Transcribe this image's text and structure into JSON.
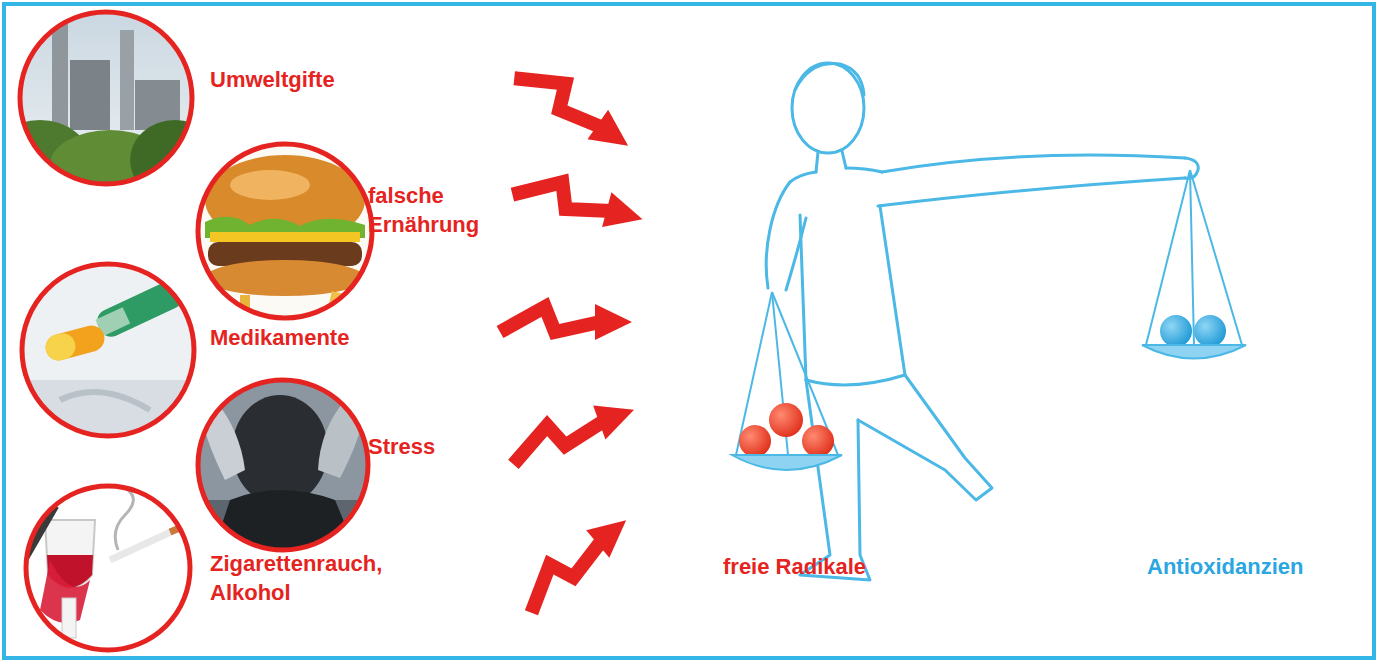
{
  "diagram": {
    "nodes": [
      {
        "text": [
          "Umweltgifte"
        ]
      },
      {
        "text": [
          "falsche Ernährung"
        ]
      },
      {
        "text": [
          "Medikamente"
        ]
      },
      {
        "text": [
          "Stress"
        ]
      },
      {
        "text": [
          "Zigarettenrauch, Alkohol"
        ]
      }
    ],
    "labels": [
      "freie Radikale",
      "Antioxidanzien"
    ]
  }
}
